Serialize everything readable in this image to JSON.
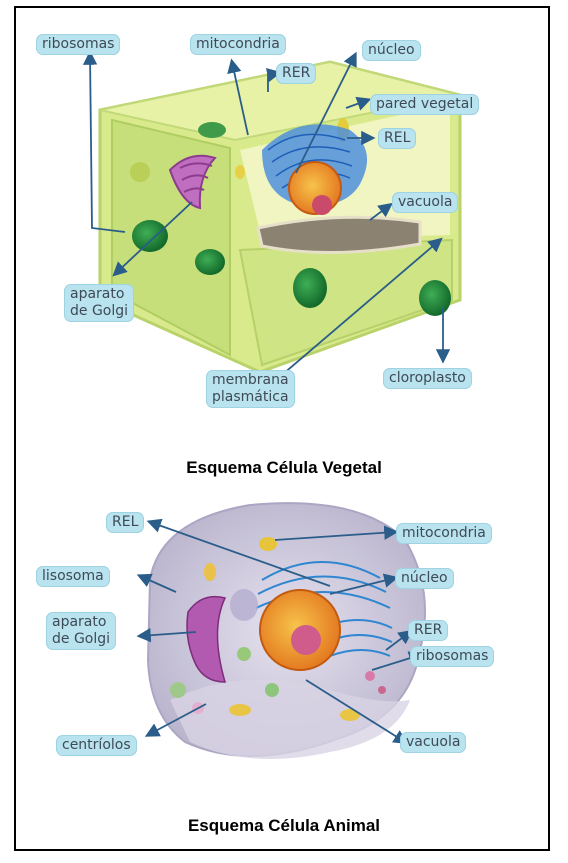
{
  "plant": {
    "caption": "Esquema Célula Vegetal",
    "labels": {
      "ribosomas": "ribosomas",
      "mitocondria": "mitocondria",
      "rer": "RER",
      "nucleo": "núcleo",
      "pared_vegetal": "pared vegetal",
      "rel": "REL",
      "vacuola": "vacuola",
      "aparato_golgi_1": "aparato",
      "aparato_golgi_2": "de Golgi",
      "membrana_1": "membrana",
      "membrana_2": "plasmática",
      "cloroplasto": "cloroplasto"
    }
  },
  "animal": {
    "caption": "Esquema Célula Animal",
    "labels": {
      "rel": "REL",
      "mitocondria": "mitocondria",
      "lisosoma": "lisosoma",
      "nucleo": "núcleo",
      "aparato_golgi_1": "aparato",
      "aparato_golgi_2": "de Golgi",
      "rer": "RER",
      "ribosomas": "ribosomas",
      "centriolos": "centríolos",
      "vacuola": "vacuola"
    }
  },
  "colors": {
    "label_bg": "#b9e3ee",
    "label_text": "#3e4a58",
    "arrow": "#2a5d8a",
    "cell_wall": "#d7e98c",
    "chloroplast": "#1f8a3a",
    "nucleus": "#e89a2a",
    "er": "#3a7fd0",
    "golgi": "#b25ab0",
    "animal_cell": "#c8c3d8"
  }
}
